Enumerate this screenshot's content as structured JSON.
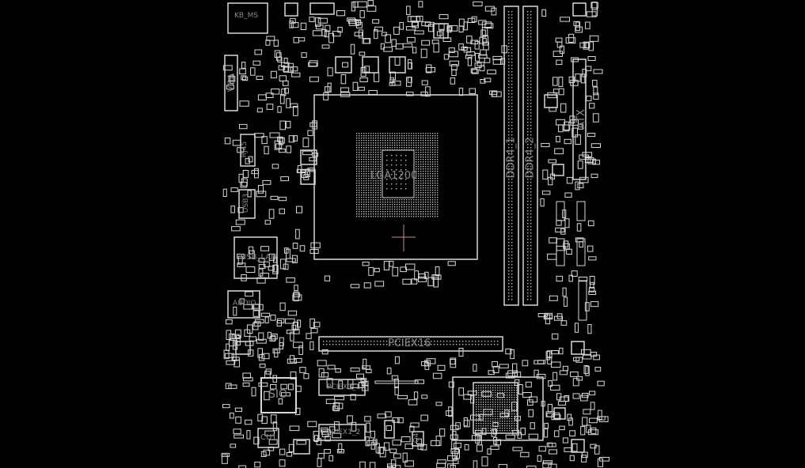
{
  "board_labels": {
    "kb_ms": "KB_MS",
    "vga": "VGA",
    "rj45": "RJ45",
    "usb3": "USB3",
    "usb_lan": "USB_LAN",
    "audio": "AUDIO",
    "cpu": "LGA1200",
    "ddr4_1": "DDR4_1",
    "ddr4_2": "DDR4_2",
    "atx": "ATX",
    "pciex16": "PCIEX16",
    "pciex1_1": "PCIEX1_1",
    "pciex1_2": "PCIEX1_2",
    "sio": "SIO",
    "cu1": "CU1",
    "q4": "Q4"
  },
  "colors": {
    "background": "#000000",
    "outline": "#d8d8d8",
    "label": "#8a8a8a",
    "crosshair": "#c89090"
  }
}
